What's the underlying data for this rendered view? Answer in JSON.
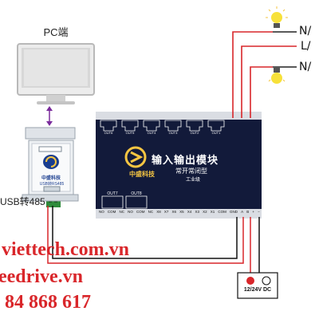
{
  "pc": {
    "label": "PC端"
  },
  "converter": {
    "label": "USB转485",
    "brand": "中盛科技",
    "model": "USB转RS485"
  },
  "module": {
    "title": "输入输出模块",
    "subtitle": "常开常闭型",
    "grade": "工业级",
    "brand": "中盛科技",
    "relays": [
      {
        "name": "OUT6"
      },
      {
        "name": "OUT5"
      },
      {
        "name": "OUT4"
      },
      {
        "name": "OUT3"
      },
      {
        "name": "OUT2"
      },
      {
        "name": "OUT1"
      }
    ],
    "bottom_relays": [
      {
        "name": "OUT7"
      },
      {
        "name": "OUT8"
      }
    ],
    "bottom_terminals": [
      "NO",
      "COM",
      "NC",
      "NO",
      "COM",
      "NC",
      "X8",
      "X7",
      "X6",
      "X5",
      "X4",
      "X3",
      "X2",
      "X1",
      "COM",
      "GND",
      "A",
      "B",
      "+",
      "−"
    ]
  },
  "loads": {
    "n1": "N/",
    "l": "L/",
    "n2": "N/"
  },
  "power": {
    "label": "12/24V DC",
    "plus": "+",
    "minus": "−"
  },
  "watermark": {
    "line1": "viettech.com.vn",
    "line2": "eedrive.vn",
    "line3": "84 868 617"
  }
}
